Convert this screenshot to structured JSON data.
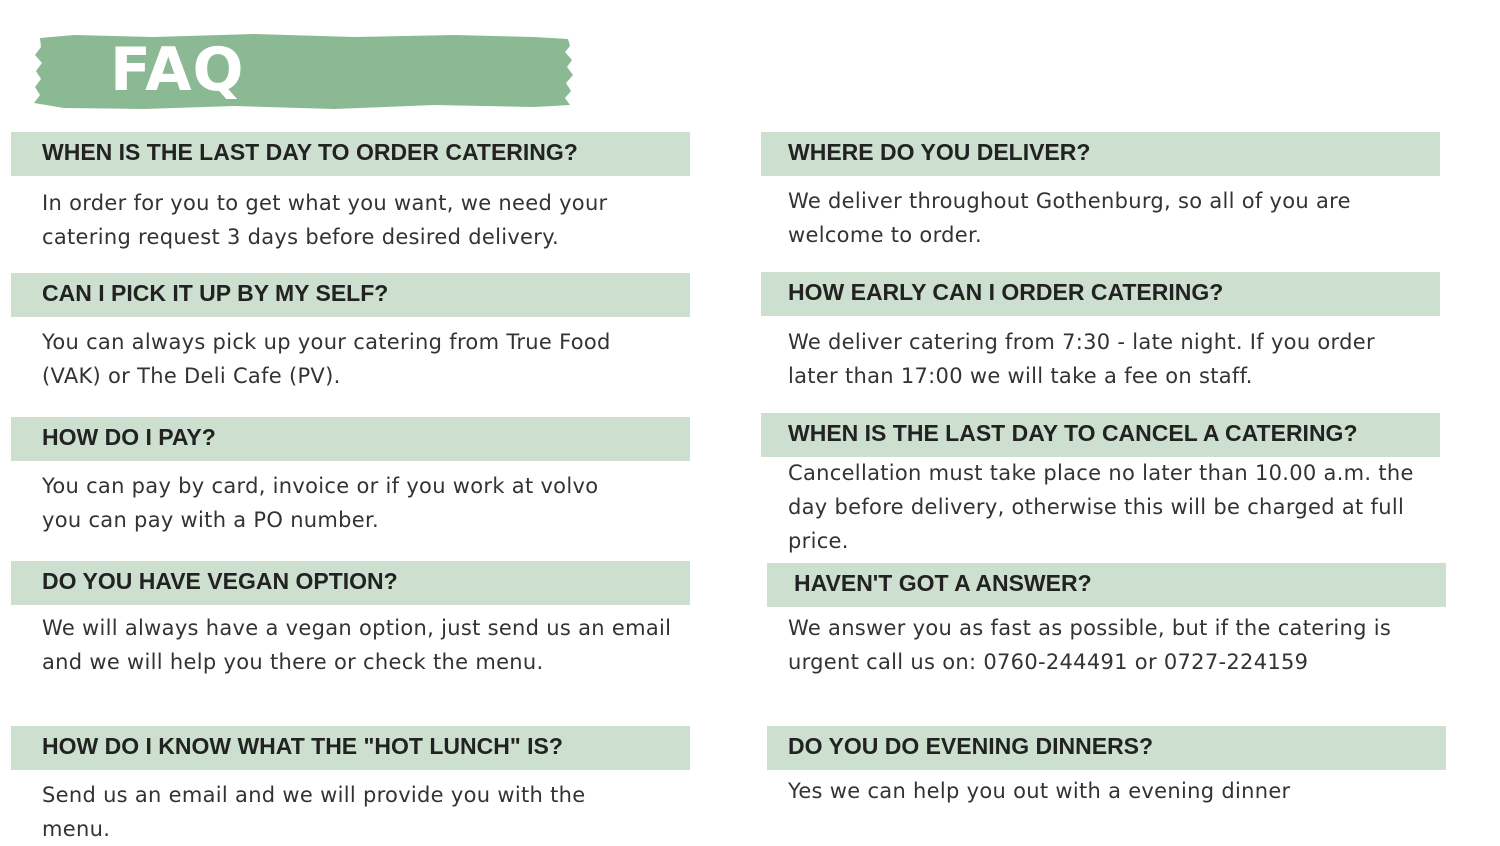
{
  "banner": {
    "title": "FAQ",
    "color": "#8ab993"
  },
  "left_column": [
    {
      "question": "WHEN IS THE LAST DAY TO ORDER CATERING?",
      "answer": "In order for you to get what you want, we need your catering request 3 days before desired delivery."
    },
    {
      "question": "CAN I PICK IT UP BY MY SELF?",
      "answer": "You can always pick up your catering from True Food (VAK) or The Deli Cafe (PV)."
    },
    {
      "question": "HOW DO I PAY?",
      "answer": "You can pay by card, invoice or if you work at volvo you can pay with a PO number."
    },
    {
      "question": "DO YOU HAVE VEGAN OPTION?",
      "answer": "We will always have a vegan option, just send us an email and we will help you there or check the menu."
    },
    {
      "question": "HOW DO I KNOW WHAT THE \"HOT LUNCH\" IS?",
      "answer": "Send us an email and we will provide you with the menu."
    }
  ],
  "right_column": [
    {
      "question": "WHERE DO YOU DELIVER?",
      "answer": "We deliver throughout Gothenburg, so all of you are welcome to order."
    },
    {
      "question": "HOW EARLY CAN I ORDER CATERING?",
      "answer": "We deliver catering from 7:30 - late night. If you order later than 17:00 we will take a fee on staff."
    },
    {
      "question": "WHEN IS THE LAST DAY TO CANCEL A CATERING?",
      "answer": "Cancellation must take place no later than 10.00 a.m. the day before delivery, otherwise this will be charged at full price."
    },
    {
      "question": "HAVEN'T GOT A ANSWER?",
      "answer": "We answer you as fast as possible, but if the catering is urgent call us on: 0760-244491 or 0727-224159"
    },
    {
      "question": "DO YOU DO EVENING DINNERS?",
      "answer": "Yes we can help you out with a evening dinner"
    }
  ],
  "colors": {
    "question_bar": "#cde0cf",
    "banner": "#8ab993"
  }
}
